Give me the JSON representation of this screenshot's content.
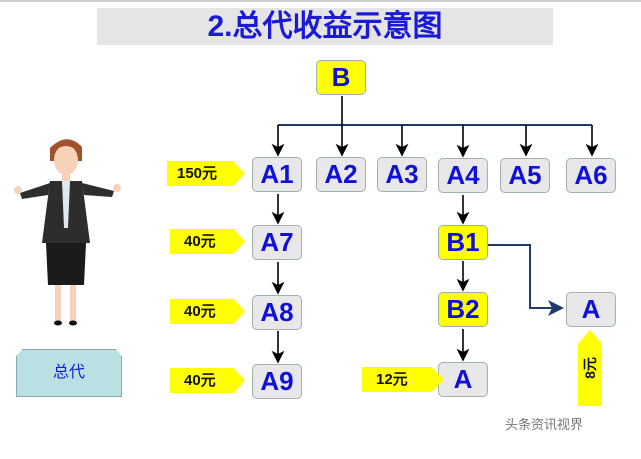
{
  "title": "2.总代收益示意图",
  "nodes": {
    "B": "B",
    "A1": "A1",
    "A2": "A2",
    "A3": "A3",
    "A4": "A4",
    "A5": "A5",
    "A6": "A6",
    "A7": "A7",
    "A8": "A8",
    "A9": "A9",
    "B1": "B1",
    "B2": "B2",
    "A_bottom": "A",
    "A_right": "A"
  },
  "tags": {
    "a1": "150元",
    "a7": "40元",
    "a8": "40元",
    "a9": "40元",
    "a_bottom": "12元",
    "a_right": "8元"
  },
  "role_label": "总代",
  "watermark": "头条资讯视界",
  "colors": {
    "title": "#1a1ad8",
    "yellow": "#ffff00",
    "box": "#e8e8ea",
    "line": "#1f3a6e"
  }
}
